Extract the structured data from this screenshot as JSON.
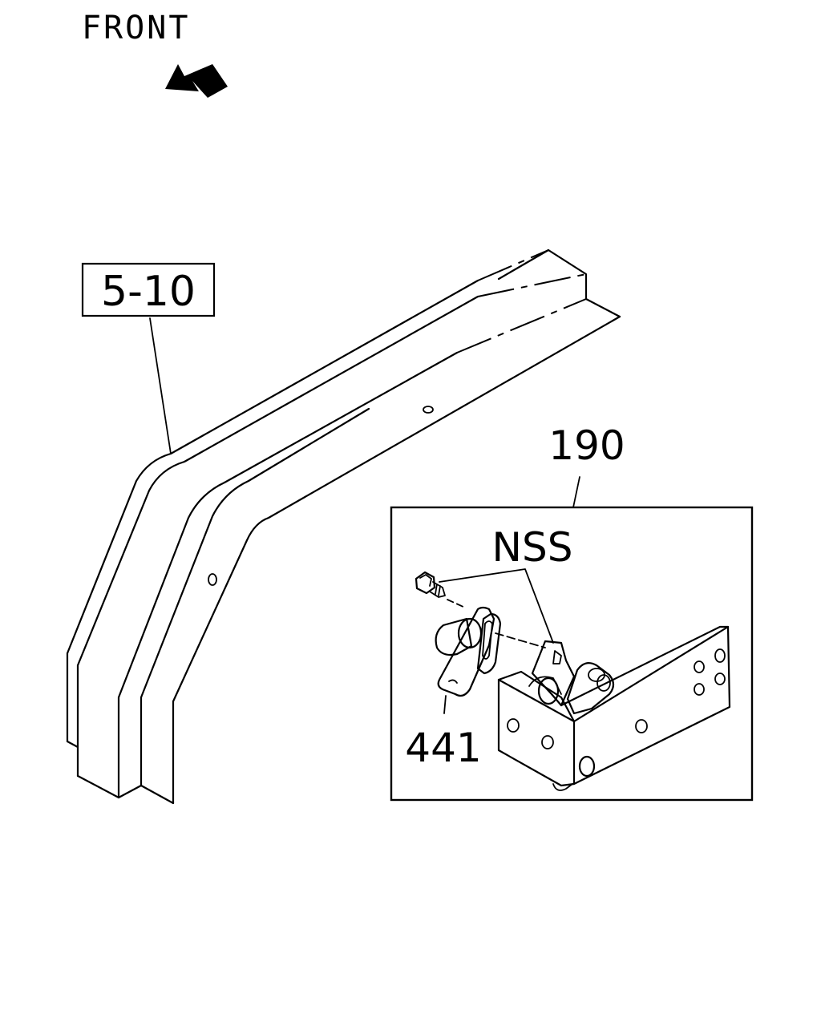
{
  "labels": {
    "front": "FRONT",
    "ref_box": "5-10",
    "part_190": "190",
    "part_nss": "NSS",
    "part_441": "441"
  },
  "icons": {
    "front_arrow": "front-arrow-icon"
  },
  "colors": {
    "ink": "#000000",
    "paper": "#ffffff"
  }
}
